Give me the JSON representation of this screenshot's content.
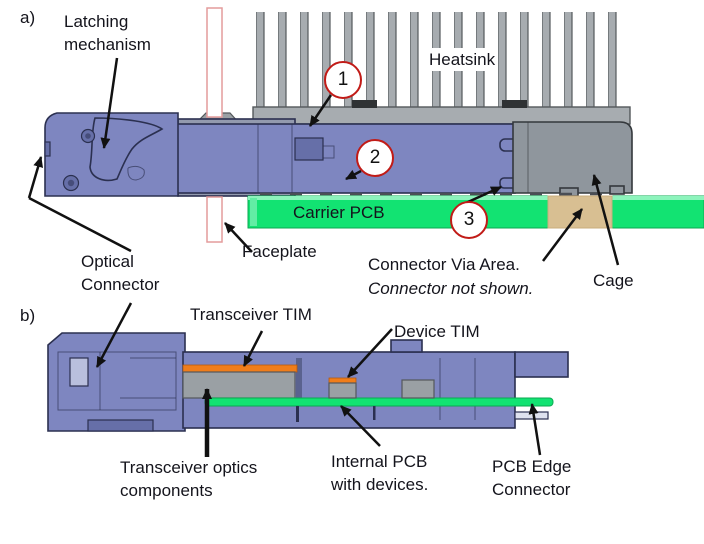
{
  "diagram": {
    "panel_a": {
      "label": "a)",
      "callouts": [
        "1",
        "2",
        "3"
      ],
      "labels": {
        "latching": {
          "line1": "Latching",
          "line2": "mechanism"
        },
        "heatsink": "Heatsink",
        "carrier_pcb": "Carrier PCB",
        "faceplate": "Faceplate",
        "via_area_line1": "Connector Via Area.",
        "via_area_line2": "Connector not shown.",
        "cage": "Cage",
        "optical": {
          "line1": "Optical",
          "line2": "Connector"
        }
      }
    },
    "panel_b": {
      "label": "b)",
      "labels": {
        "transceiver_tim": "Transceiver TIM",
        "device_tim": "Device TIM",
        "optics": {
          "line1": "Transceiver optics",
          "line2": "components"
        },
        "internal_pcb": {
          "line1": "Internal PCB",
          "line2": "with devices."
        },
        "edge_connector": {
          "line1": "PCB Edge",
          "line2": "Connector"
        }
      }
    }
  },
  "colors": {
    "module-blue": "#7e86c0",
    "module-blue-dark": "#666fa8",
    "outline-navy": "#2b3050",
    "cage-gray": "#8f969d",
    "heatsink-gray": "#a7acb0",
    "pcb-green": "#12e372",
    "pcb-green-light": "#8df4bc",
    "tim-orange": "#f07d1a",
    "via-tan": "#d8bf92",
    "callout-red": "#c11b17",
    "faceplate-pink": "#e49c9c",
    "arrow-black": "#111111",
    "text-dark": "#14141c"
  }
}
